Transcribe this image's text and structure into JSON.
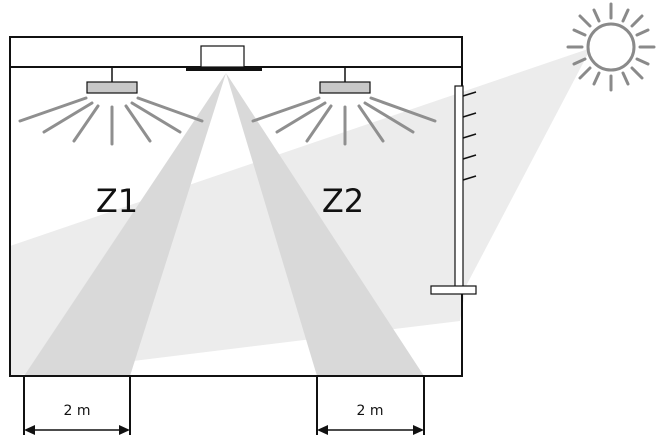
{
  "diagram": {
    "zones": [
      {
        "id": "zone-1",
        "label": "Z1"
      },
      {
        "id": "zone-2",
        "label": "Z2"
      }
    ],
    "dimensions": [
      {
        "id": "dimension-left",
        "label": "2 m"
      },
      {
        "id": "dimension-right",
        "label": "2 m"
      }
    ],
    "icons": {
      "sensor": "sensor-icon",
      "sun": "sun-icon",
      "lamp": "ceiling-lamp-icon",
      "blind": "window-blind-icon"
    },
    "colors": {
      "stroke": "#111111",
      "light_gray": "#e9e9e9",
      "beam_gray": "#d8d8d8",
      "lamp_gray": "#c8c8c8",
      "ray_gray": "#8f8f8f"
    }
  }
}
